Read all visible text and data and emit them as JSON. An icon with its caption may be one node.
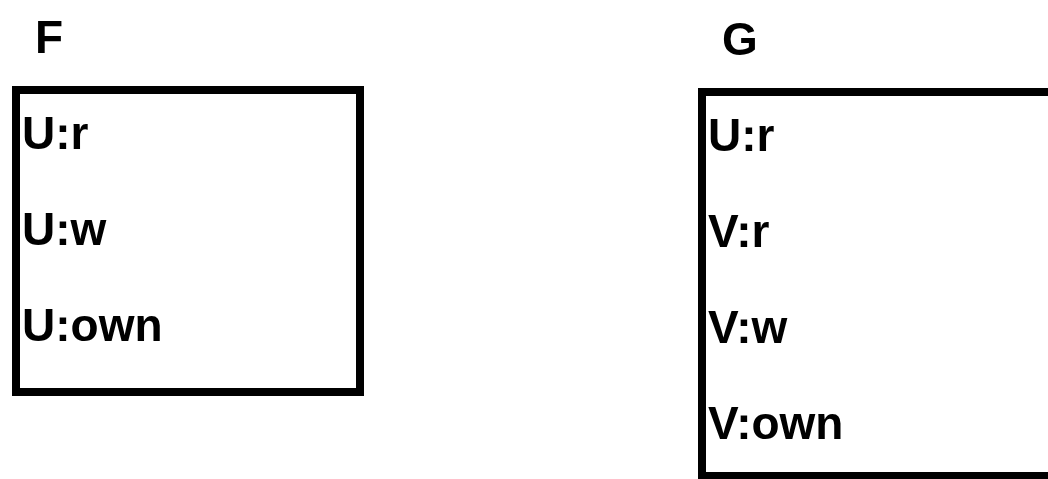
{
  "diagram": {
    "nodes": [
      {
        "text": [
          "F",
          "U:r",
          "U:w",
          "U:own"
        ]
      },
      {
        "text": [
          "G",
          "U:r",
          "V:r",
          "V:w",
          "V:own"
        ]
      }
    ]
  }
}
